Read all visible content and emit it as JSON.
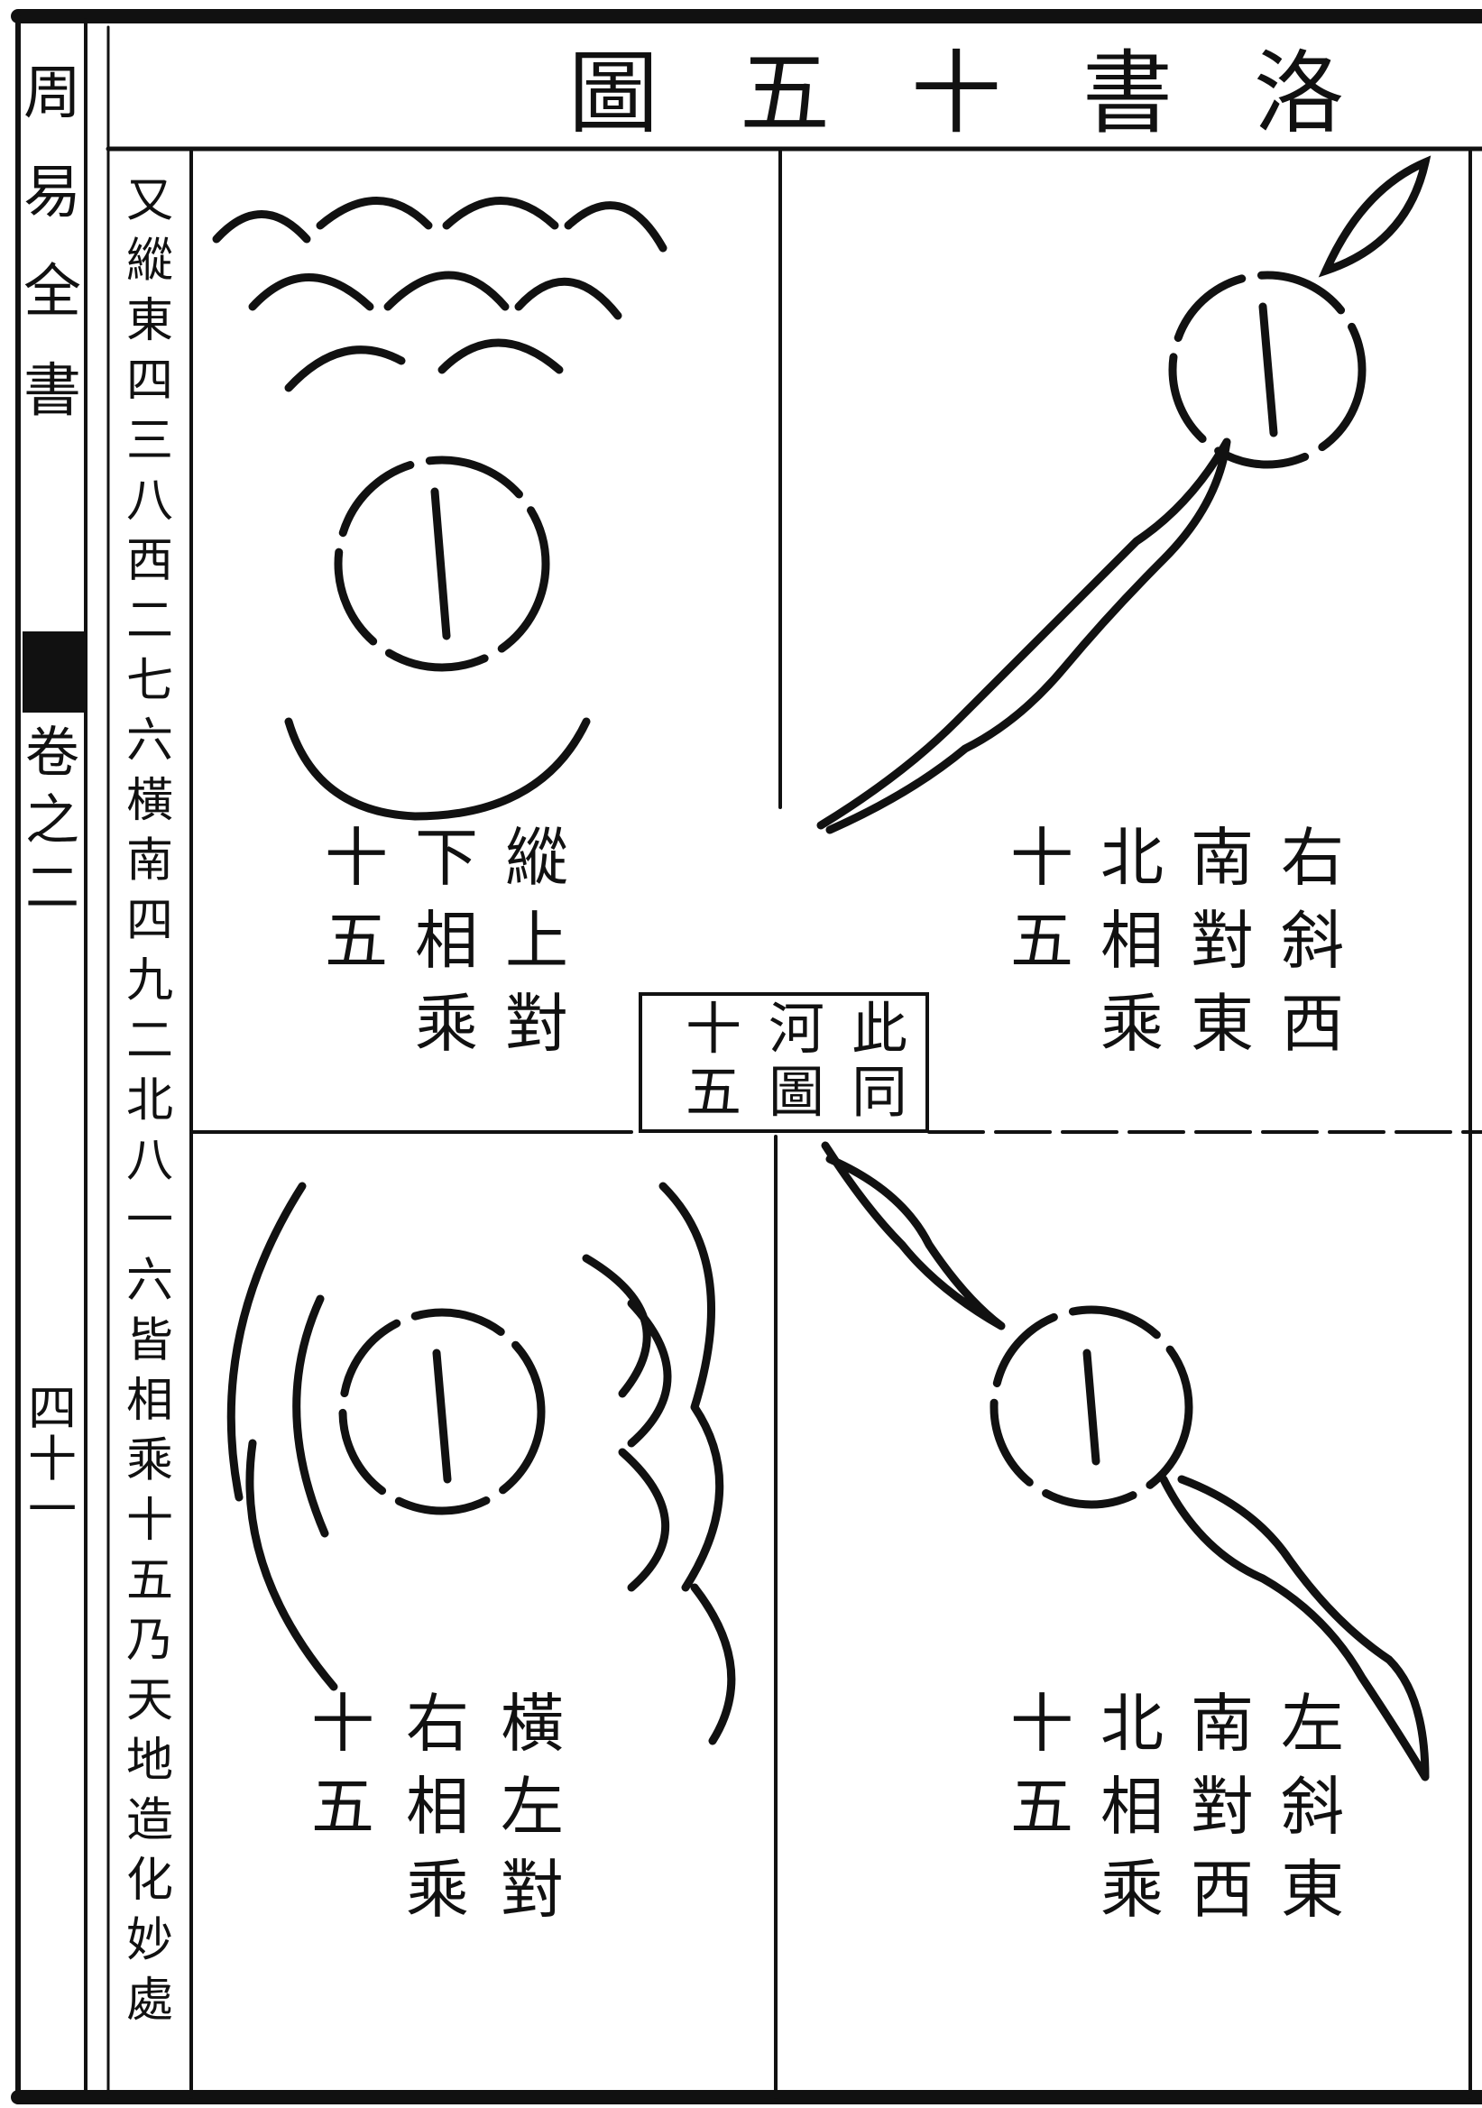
{
  "header": {
    "title": "洛書十五圖"
  },
  "margin": {
    "book_title": "周易全書",
    "chapter": "卷之二",
    "page": "四十一"
  },
  "side_note": "又縱東四三八西二七六橫南四九二北八一六皆相乘十五乃天地造化妙處",
  "center_note": {
    "columns": [
      "此同",
      "河圖",
      "十五"
    ]
  },
  "quadrants": {
    "top_left": {
      "columns": [
        "縱上對",
        "下相乘",
        "十五"
      ]
    },
    "top_right": {
      "columns": [
        "右斜西",
        "南對東",
        "北相乘",
        "十五"
      ]
    },
    "bottom_left": {
      "columns": [
        "橫左對",
        "右相乘",
        "十五"
      ]
    },
    "bottom_right": {
      "columns": [
        "左斜東",
        "南對西",
        "北相乘",
        "十五"
      ]
    }
  }
}
